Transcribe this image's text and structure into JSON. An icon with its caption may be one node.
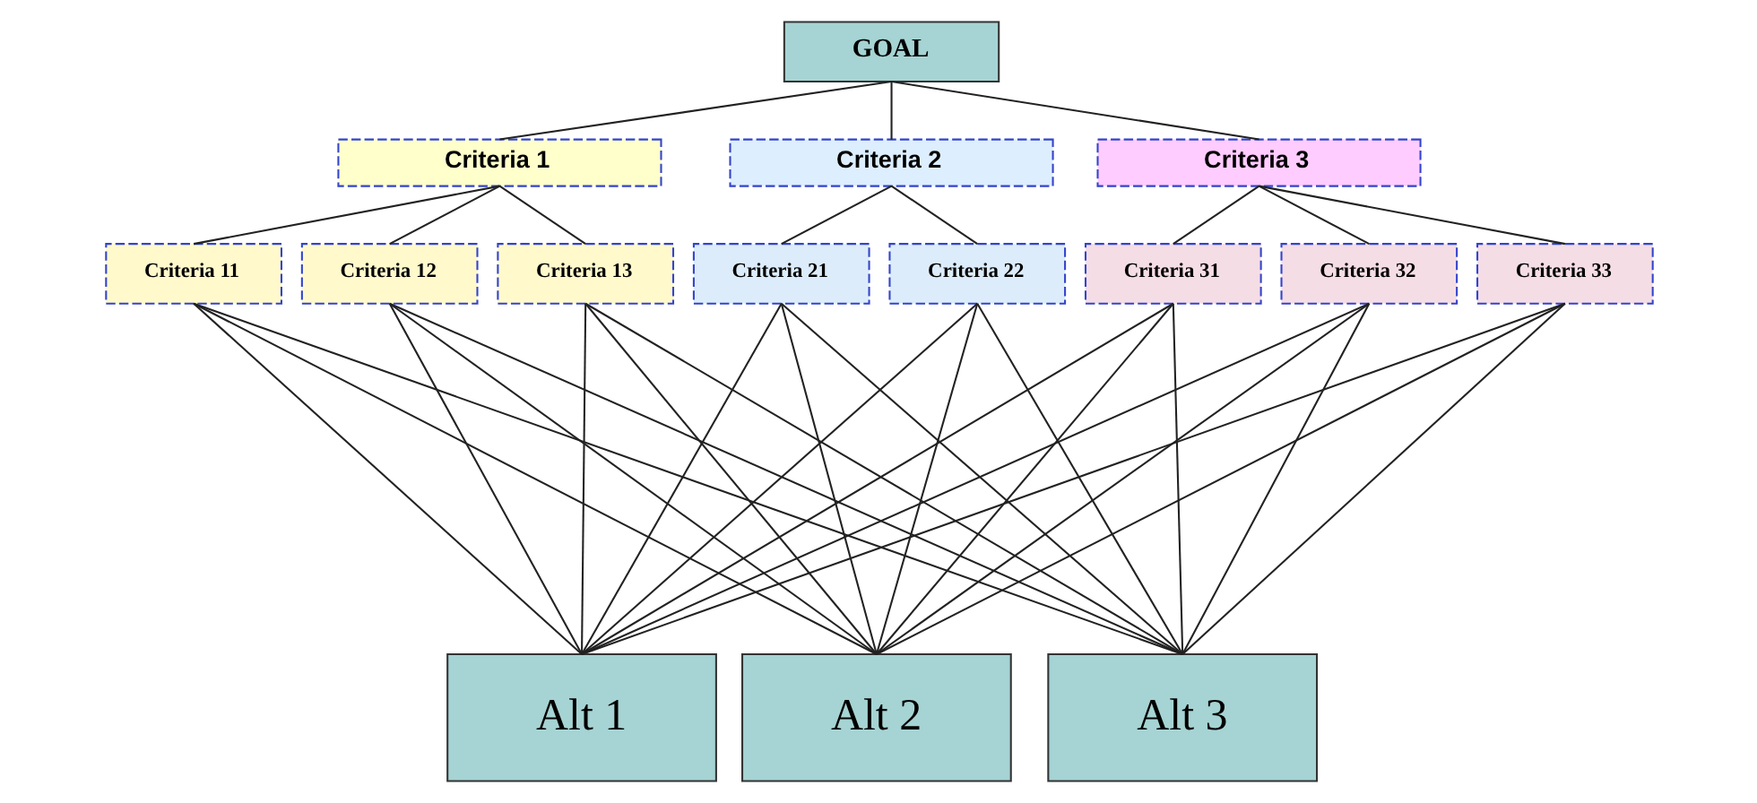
{
  "diagram": {
    "nodes": [
      {
        "text": [
          "GOAL"
        ]
      },
      {
        "text": [
          "Criteria 1"
        ]
      },
      {
        "text": [
          "Criteria 2"
        ]
      },
      {
        "text": [
          "Criteria 3"
        ]
      },
      {
        "text": [
          "Criteria 11"
        ]
      },
      {
        "text": [
          "Criteria 12"
        ]
      },
      {
        "text": [
          "Criteria 13"
        ]
      },
      {
        "text": [
          "Criteria 21"
        ]
      },
      {
        "text": [
          "Criteria 22"
        ]
      },
      {
        "text": [
          "Criteria 31"
        ]
      },
      {
        "text": [
          "Criteria 32"
        ]
      },
      {
        "text": [
          "Criteria 33"
        ]
      },
      {
        "text": [
          "Alt 1"
        ]
      },
      {
        "text": [
          "Alt 2"
        ]
      },
      {
        "text": [
          "Alt 3"
        ]
      }
    ],
    "edges": [
      {
        "from": 0,
        "to": 1,
        "arrow": "none"
      },
      {
        "from": 0,
        "to": 2,
        "arrow": "none"
      },
      {
        "from": 0,
        "to": 3,
        "arrow": "none"
      },
      {
        "from": 1,
        "to": 4,
        "arrow": "none"
      },
      {
        "from": 1,
        "to": 5,
        "arrow": "none"
      },
      {
        "from": 1,
        "to": 6,
        "arrow": "none"
      },
      {
        "from": 2,
        "to": 7,
        "arrow": "none"
      },
      {
        "from": 2,
        "to": 8,
        "arrow": "none"
      },
      {
        "from": 3,
        "to": 9,
        "arrow": "none"
      },
      {
        "from": 3,
        "to": 10,
        "arrow": "none"
      },
      {
        "from": 3,
        "to": 11,
        "arrow": "none"
      },
      {
        "from": 4,
        "to": 12,
        "arrow": "none"
      },
      {
        "from": 4,
        "to": 13,
        "arrow": "none"
      },
      {
        "from": 4,
        "to": 14,
        "arrow": "none"
      },
      {
        "from": 5,
        "to": 12,
        "arrow": "none"
      },
      {
        "from": 5,
        "to": 13,
        "arrow": "none"
      },
      {
        "from": 5,
        "to": 14,
        "arrow": "none"
      },
      {
        "from": 6,
        "to": 12,
        "arrow": "none"
      },
      {
        "from": 6,
        "to": 13,
        "arrow": "none"
      },
      {
        "from": 6,
        "to": 14,
        "arrow": "none"
      },
      {
        "from": 7,
        "to": 12,
        "arrow": "none"
      },
      {
        "from": 7,
        "to": 13,
        "arrow": "none"
      },
      {
        "from": 7,
        "to": 14,
        "arrow": "none"
      },
      {
        "from": 8,
        "to": 12,
        "arrow": "none"
      },
      {
        "from": 8,
        "to": 13,
        "arrow": "none"
      },
      {
        "from": 8,
        "to": 14,
        "arrow": "none"
      },
      {
        "from": 9,
        "to": 12,
        "arrow": "none"
      },
      {
        "from": 9,
        "to": 13,
        "arrow": "none"
      },
      {
        "from": 9,
        "to": 14,
        "arrow": "none"
      },
      {
        "from": 10,
        "to": 12,
        "arrow": "none"
      },
      {
        "from": 10,
        "to": 13,
        "arrow": "none"
      },
      {
        "from": 10,
        "to": 14,
        "arrow": "none"
      },
      {
        "from": 11,
        "to": 12,
        "arrow": "none"
      },
      {
        "from": 11,
        "to": 13,
        "arrow": "none"
      },
      {
        "from": 11,
        "to": 14,
        "arrow": "none"
      }
    ]
  }
}
